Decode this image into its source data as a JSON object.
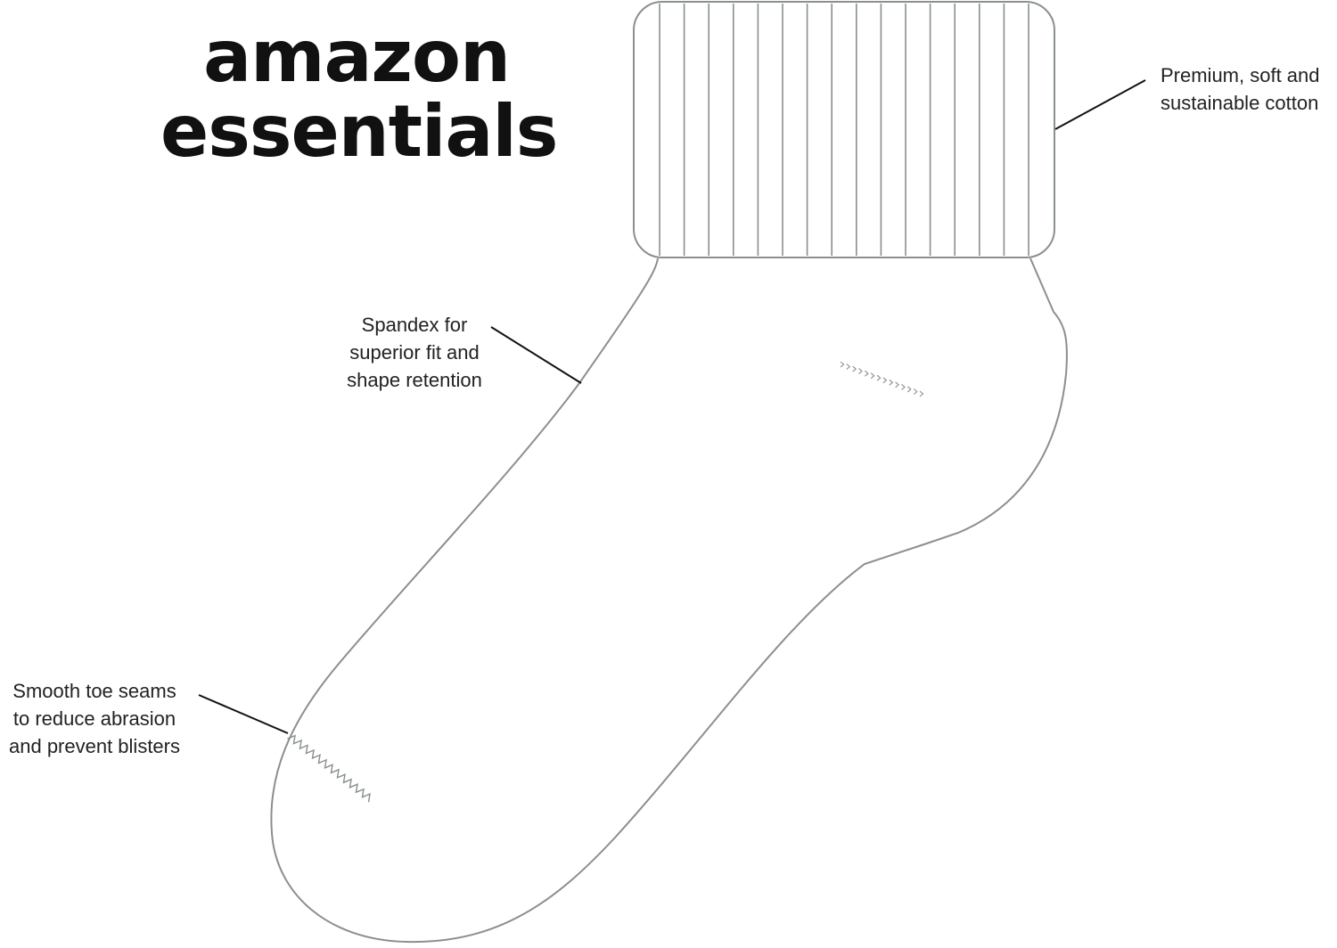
{
  "brand": {
    "line1": "amazon",
    "line2": "essentials"
  },
  "callouts": {
    "cotton": {
      "line1": "Premium, soft and",
      "line2": "sustainable cotton"
    },
    "spandex": {
      "line1": "Spandex for",
      "line2": "superior fit and",
      "line3": "shape retention"
    },
    "toe": {
      "line1": "Smooth toe seams",
      "line2": "to reduce abrasion",
      "line3": "and prevent blisters"
    }
  },
  "colors": {
    "outline": "#8a8f8f",
    "leader": "#111111",
    "text": "#222222",
    "brand": "#111111"
  }
}
